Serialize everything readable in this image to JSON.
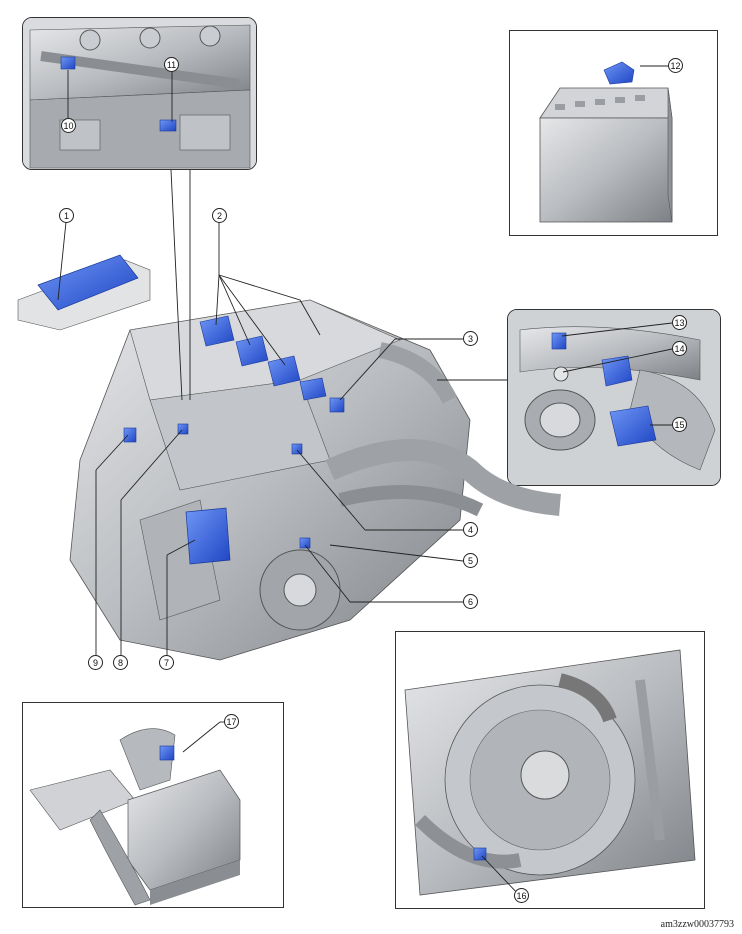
{
  "callouts": {
    "c1": "1",
    "c2": "2",
    "c3": "3",
    "c4": "4",
    "c5": "5",
    "c6": "6",
    "c7": "7",
    "c8": "8",
    "c9": "9",
    "c10": "10",
    "c11": "11",
    "c12": "12",
    "c13": "13",
    "c14": "14",
    "c15": "15",
    "c16": "16",
    "c17": "17"
  },
  "figure_id": "am3zzw00037793",
  "colors": {
    "highlight": "#2e5bd8",
    "highlight_light": "#5b86f0",
    "metal": "#b9bcc0",
    "metal_dark": "#6f7378",
    "outline": "#333333"
  }
}
